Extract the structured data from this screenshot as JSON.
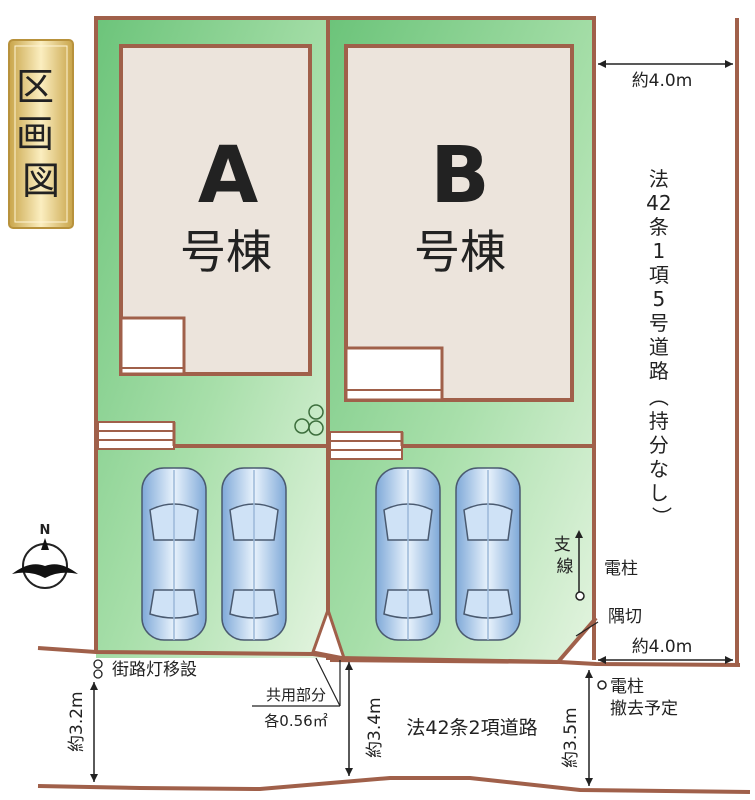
{
  "title": "区画図",
  "lots": {
    "a": {
      "letter": "A",
      "name": "号棟"
    },
    "b": {
      "letter": "B",
      "name": "号棟"
    }
  },
  "roads": {
    "east_road_label": "法42条1項5号道路（持分なし）",
    "south_road_label": "法42条2項道路"
  },
  "dimensions": {
    "east_top_width": "約4.0m",
    "east_bottom_width": "約4.0m",
    "south_left_width": "約3.2m",
    "south_middle_width": "約3.4m",
    "south_right_width": "約3.5m"
  },
  "annotations": {
    "streetlight": "街路灯移設",
    "shared_part": "共用部分",
    "shared_area": "各0.56㎡",
    "support_wire": "支線",
    "utility_pole": "電柱",
    "corner_cut": "隅切",
    "pole_removal_line1": "電柱",
    "pole_removal_line2": "撤去予定"
  },
  "compass": {
    "north": "N"
  },
  "colors": {
    "boundary": "#a0604a",
    "lot_green": "#7fcf8a",
    "house_fill": "#ece4dc",
    "title_gold": "#e6c87a"
  }
}
